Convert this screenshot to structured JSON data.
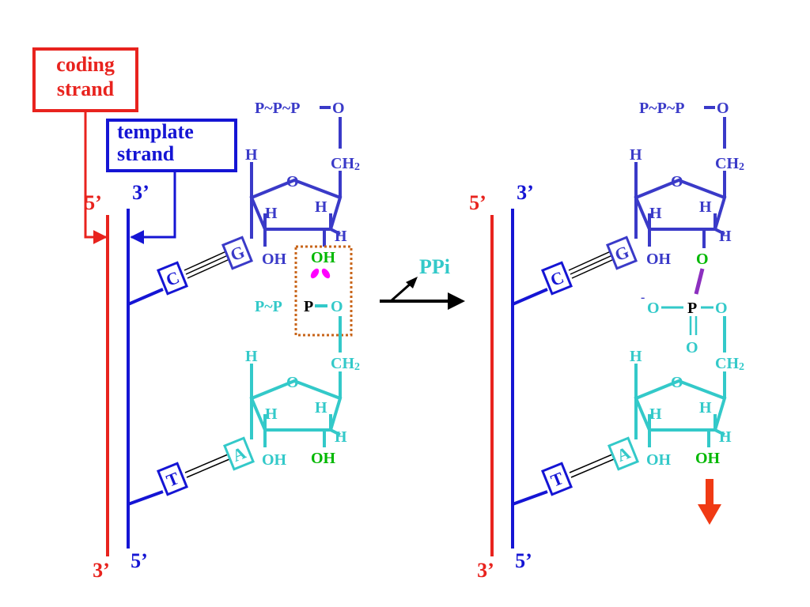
{
  "colors": {
    "coding": "#e8231e",
    "template": "#1515d4",
    "nucleotide_top": "#3a3ac8",
    "nucleotide_bottom": "#33c9c9",
    "hydroxyl_green": "#00b800",
    "bond_purple": "#8c2fbf",
    "box_orange": "#c8651a",
    "magenta": "#ff00ff",
    "ppi": "#33c9c9",
    "arrow_black": "#000000",
    "arrow_red": "#f03a14"
  },
  "labels": {
    "coding_strand": [
      "coding",
      "strand"
    ],
    "template_strand": [
      "template",
      "strand"
    ],
    "five_prime": "5’",
    "three_prime": "3’",
    "ppi": "PPi"
  },
  "top_nucleotide": {
    "triphosphate": "P~P~P",
    "O": "O",
    "CH2": "CH",
    "CH2_sub": "2",
    "ring_O": "O",
    "H": "H",
    "OH": "OH",
    "base": "G",
    "partner_base": "C"
  },
  "bottom_nucleotide": {
    "diphosphate": "P~P",
    "alpha_P": "P",
    "O": "O",
    "CH2": "CH",
    "CH2_sub": "2",
    "ring_O": "O",
    "H": "H",
    "OH": "OH",
    "base": "A",
    "partner_base": "T"
  },
  "phosphodiester": {
    "minus": "-",
    "O": "O",
    "P": "P"
  }
}
